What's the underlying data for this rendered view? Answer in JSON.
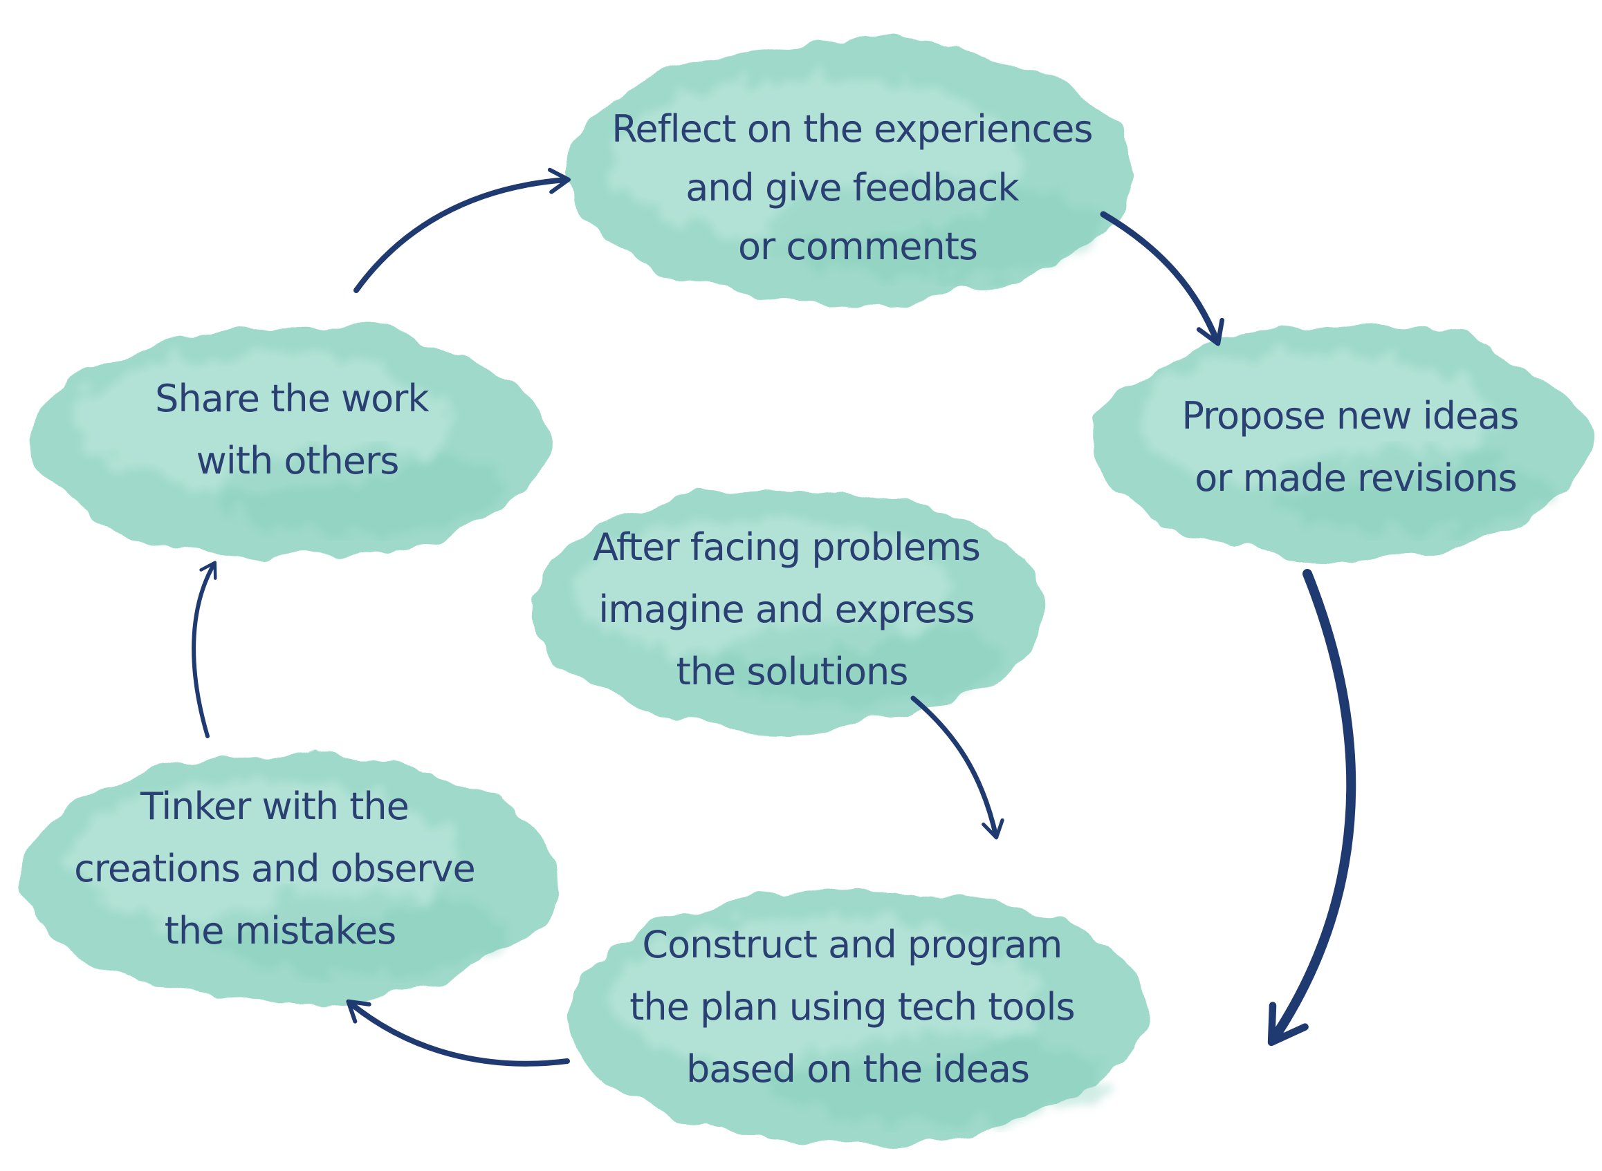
{
  "colors": {
    "blob": "#9ed9c9",
    "blob_light": "#c3eadf",
    "blob_dark": "#7fcbb7",
    "text": "#2a3f72",
    "arrow": "#1f3a70"
  },
  "stages": [
    {
      "id": "reflect",
      "lines": [
        "Reflect on the experiences",
        "and give feedback",
        "or comments"
      ]
    },
    {
      "id": "propose",
      "lines": [
        "Propose new ideas",
        "or made revisions"
      ]
    },
    {
      "id": "imagine",
      "lines": [
        "After facing problems",
        "imagine and express",
        "the solutions"
      ]
    },
    {
      "id": "construct",
      "lines": [
        "Construct and program",
        "the plan using tech tools",
        "based on the ideas"
      ]
    },
    {
      "id": "tinker",
      "lines": [
        "Tinker with the",
        "creations and  observe",
        "the mistakes"
      ]
    },
    {
      "id": "share",
      "lines": [
        "Share the work",
        "with others"
      ]
    }
  ]
}
